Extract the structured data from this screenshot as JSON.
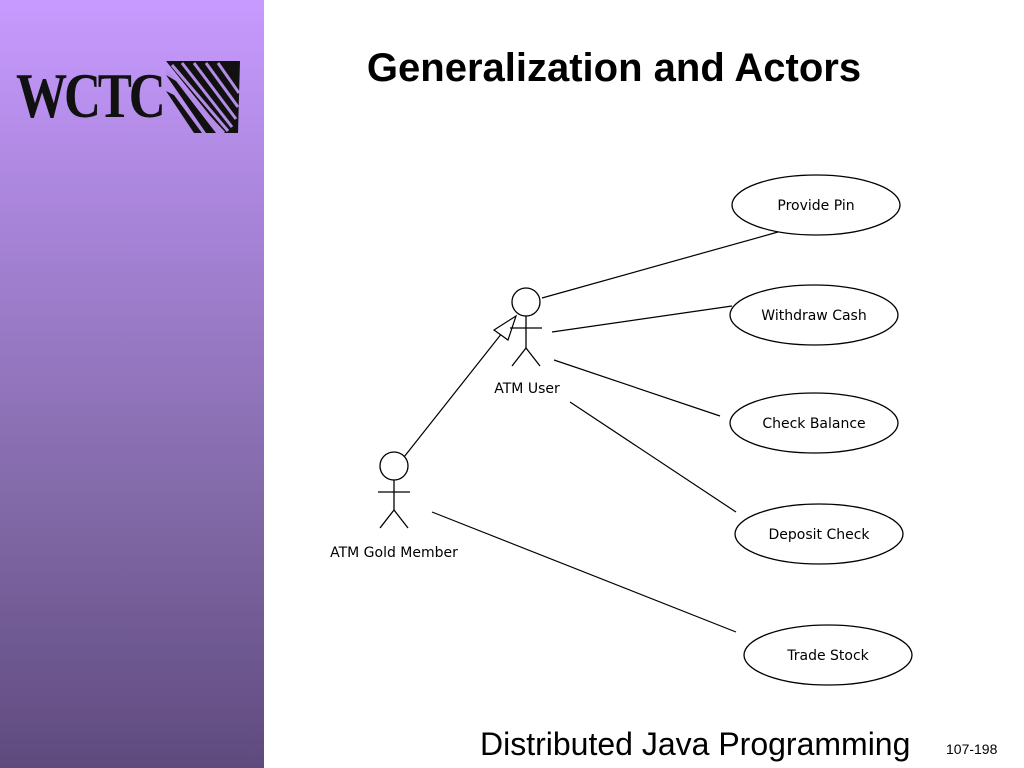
{
  "slide": {
    "title": "Generalization and Actors",
    "footer": "Distributed Java Programming",
    "number": "107-198"
  },
  "logo": {
    "text": "WCTC"
  },
  "diagram": {
    "actors": {
      "atm_user": "ATM User",
      "gold_member": "ATM Gold Member"
    },
    "use_cases": {
      "provide_pin": "Provide Pin",
      "withdraw_cash": "Withdraw Cash",
      "check_balance": "Check Balance",
      "deposit_check": "Deposit Check",
      "trade_stock": "Trade Stock"
    }
  }
}
